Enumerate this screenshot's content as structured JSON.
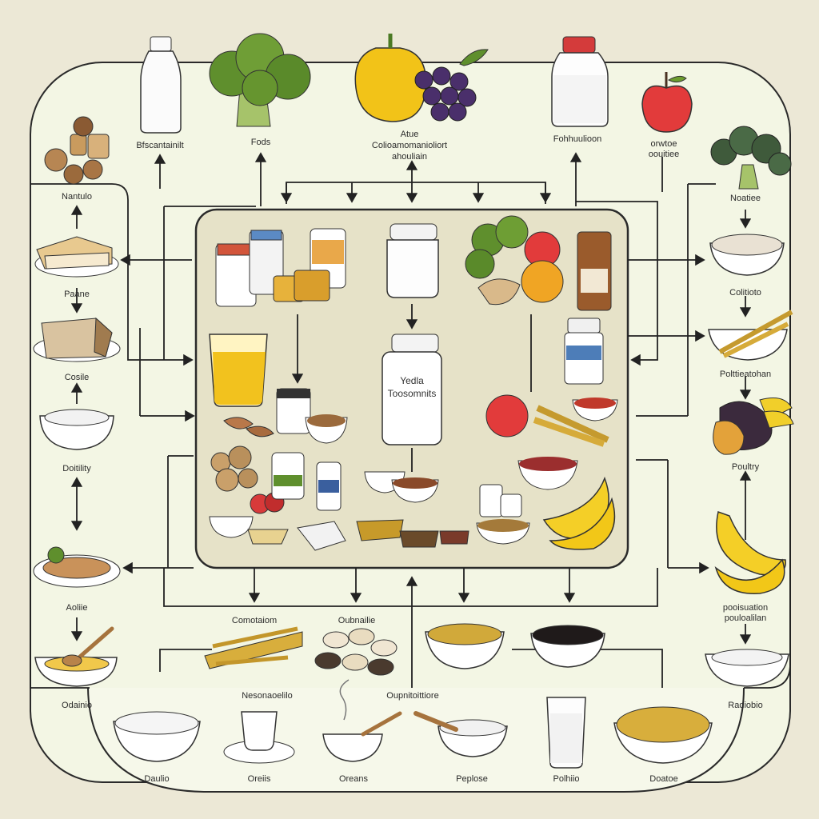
{
  "labels": {
    "top_milk": "Bfscantainilt",
    "top_broccoli": "Fods",
    "top_center_line1": "Atue",
    "top_center_line2": "Colioamomanioliort",
    "top_center_line3": "ahouliain",
    "top_right_milk": "Fohhuulioon",
    "top_apple_line1": "orwtoe",
    "top_apple_line2": "oouitiee",
    "left_nuts": "Nantulo",
    "left_bread": "Paane",
    "left_toast": "Cosile",
    "left_dish": "Doitility",
    "left_plate": "Aoliie",
    "left_bowl": "Odainio",
    "right_broccoli": "Noatiee",
    "right_rice": "Colitioto",
    "right_wheat": "Polttieatohan",
    "right_eggplant": "Poultry",
    "right_banana_line1": "pooisuation",
    "right_banana_line2": "pouloalilan",
    "right_bowl": "Radiobio",
    "bottom_grain": "Comotaiom",
    "bottom_nuts": "Oubnailie",
    "bottom_row_left": "Nesonaoelilo",
    "bottom_row_mid": "Oupnitoittiore",
    "bottom_1": "Daulio",
    "bottom_2": "Oreiis",
    "bottom_3": "Oreans",
    "bottom_4": "Peplose",
    "bottom_5": "Polhiio",
    "bottom_6": "Doatoe",
    "center_jar_line1": "Yedla",
    "center_jar_line2": "Toosomnits"
  }
}
